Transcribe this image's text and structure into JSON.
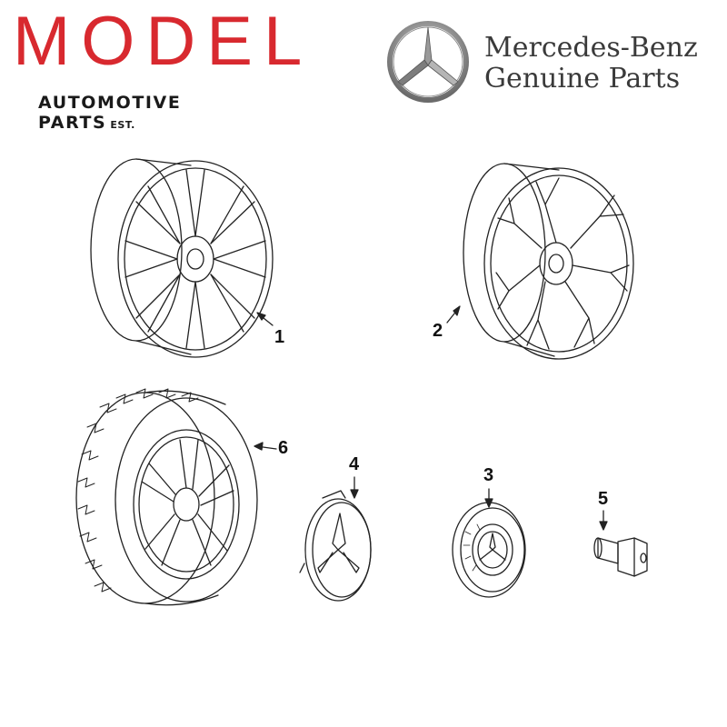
{
  "header": {
    "logo_word": "MODEL",
    "logo_sub": "AUTOMOTIVE PARTS",
    "logo_est": "EST.",
    "brand_line1": "Mercedes-Benz",
    "brand_line2": "Genuine Parts",
    "accent_color": "#d8292f"
  },
  "diagram": {
    "callouts": [
      "1",
      "2",
      "3",
      "4",
      "5",
      "6"
    ]
  }
}
